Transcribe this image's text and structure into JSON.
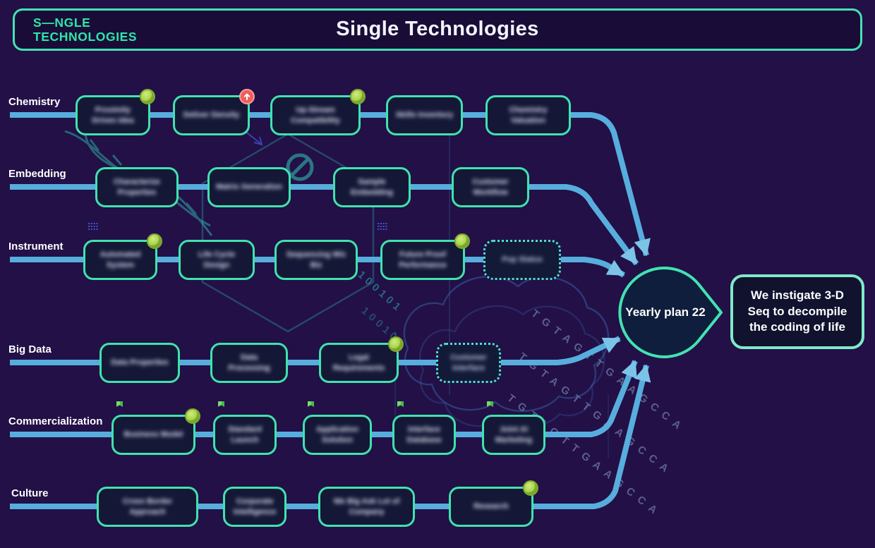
{
  "header": {
    "logo_line1": "S—NGLE",
    "logo_line2": "TECHNOLOGIES",
    "title": "Single Technologies"
  },
  "rows": [
    {
      "label": "Chemistry",
      "boxes": [
        {
          "label": "Proximity Driven Idea",
          "blurred": true,
          "status": "done"
        },
        {
          "label": "Deliver Density",
          "blurred": true,
          "status": "escalated"
        },
        {
          "label": "Up-Stream Compatibility",
          "blurred": true,
          "status": "done"
        },
        {
          "label": "Skills Inventory",
          "blurred": true
        },
        {
          "label": "Chemistry Valuation",
          "blurred": true
        }
      ]
    },
    {
      "label": "Embedding",
      "boxes": [
        {
          "label": "Characterize Properties",
          "blurred": true
        },
        {
          "label": "Matrix Generation",
          "blurred": true
        },
        {
          "label": "Sample Embedding",
          "blurred": true
        },
        {
          "label": "Customer Workflow",
          "blurred": true
        }
      ]
    },
    {
      "label": "Instrument",
      "boxes": [
        {
          "label": "Automated System",
          "blurred": true,
          "status": "done",
          "icon": "grid"
        },
        {
          "label": "Life Cycle Design",
          "blurred": true
        },
        {
          "label": "Sequencing Wiz Biz",
          "blurred": true
        },
        {
          "label": "Future Proof Performance",
          "blurred": true,
          "status": "done",
          "icon": "grid"
        },
        {
          "label": "Pop Status",
          "blurred": true,
          "style": "dashed"
        }
      ]
    },
    {
      "label": "Big Data",
      "boxes": [
        {
          "label": "Data Properties",
          "blurred": true
        },
        {
          "label": "Data Processing",
          "blurred": true
        },
        {
          "label": "Legal Requirements",
          "blurred": true,
          "status": "done"
        },
        {
          "label": "Customer Interface",
          "blurred": true,
          "style": "dashed"
        }
      ]
    },
    {
      "label": "Commercialization",
      "boxes": [
        {
          "label": "Business Model",
          "blurred": true,
          "status": "done",
          "flag": true
        },
        {
          "label": "Standard Launch",
          "blurred": true,
          "flag": true
        },
        {
          "label": "Application Solution",
          "blurred": true,
          "flag": true
        },
        {
          "label": "Interface Database",
          "blurred": true,
          "flag": true
        },
        {
          "label": "Joint AI Marketing",
          "blurred": true,
          "flag": true
        }
      ]
    },
    {
      "label": "Culture",
      "boxes": [
        {
          "label": "Cross Border Approach",
          "blurred": true
        },
        {
          "label": "Corporate Intelligence",
          "blurred": true
        },
        {
          "label": "We Big Ask Lot of Company",
          "blurred": true
        },
        {
          "label": "Research",
          "blurred": true,
          "status": "done"
        }
      ]
    }
  ],
  "node": {
    "label": "Yearly plan 22"
  },
  "goal": {
    "text": "We instigate 3-D Seq to decompile the coding of life"
  },
  "background": {
    "dna_sequence": "TGTAGTTGAAGCCA",
    "binary_1": "0100101",
    "binary_2": "10010"
  },
  "colors": {
    "background": "#221047",
    "accent_teal": "#43e2b2",
    "line_blue": "#57aedd",
    "arrow_blue": "#7cc3e8",
    "box_fill": "#141836",
    "badge_green": "#a3d242",
    "badge_red": "#ee5f5c",
    "flag_green": "#49b84f",
    "dna_text": "#8aa0c6"
  }
}
